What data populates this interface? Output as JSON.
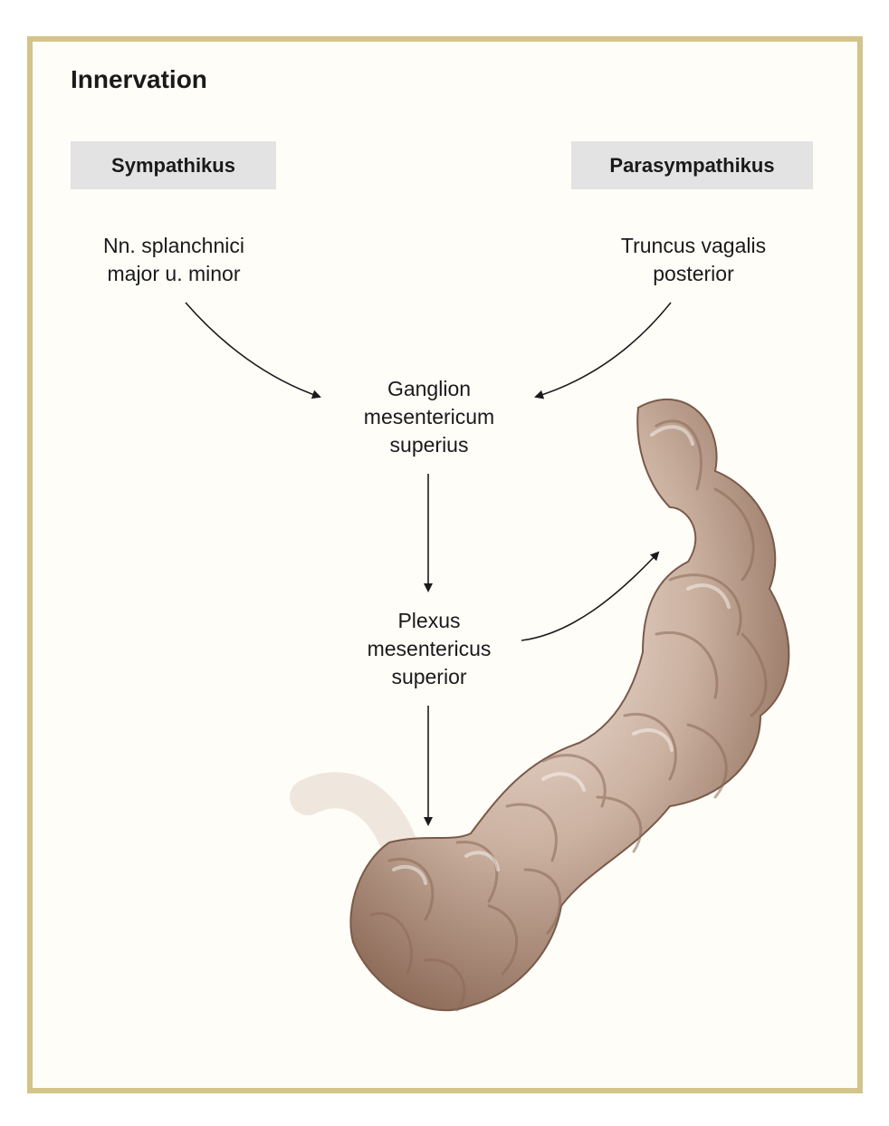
{
  "title": "Innervation",
  "headers": {
    "sympathetic": "Sympathikus",
    "parasympathetic": "Parasympathikus"
  },
  "nodes": {
    "splanchnic": [
      "Nn. splanchnici",
      "major u. minor"
    ],
    "vagal": [
      "Truncus vagalis",
      "posterior"
    ],
    "ganglion": [
      "Ganglion",
      "mesentericum",
      "superius"
    ],
    "plexus": [
      "Plexus",
      "mesentericus",
      "superior"
    ]
  },
  "colors": {
    "frame": "#d3c48b",
    "header_box": "#e3e3e3",
    "intestine": "#cbb1a0",
    "intestine_shadow": "#8c6a58",
    "arrow": "#1a1a1a"
  },
  "icons": {
    "intestine": "small-intestine-illustration"
  }
}
